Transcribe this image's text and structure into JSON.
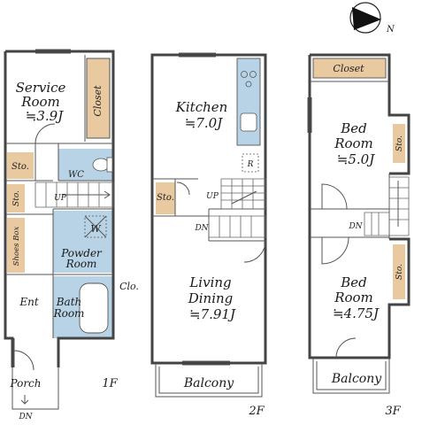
{
  "compass": {
    "north_label": "N"
  },
  "floors": {
    "f1": {
      "label": "1F",
      "rooms": {
        "service": {
          "line1": "Service",
          "line2": "Room",
          "size": "≒3.9J"
        },
        "closet": "Closet",
        "sto_a": "Sto.",
        "sto_b": "Sto.",
        "wc": "WC",
        "up": "UP",
        "shoes": "Shoes Box",
        "washer": "W",
        "powder": {
          "line1": "Powder",
          "line2": "Room"
        },
        "clo": "Clo.",
        "ent": "Ent",
        "bath": {
          "line1": "Bath",
          "line2": "Room"
        },
        "porch": "Porch",
        "dn": "DN"
      }
    },
    "f2": {
      "label": "2F",
      "rooms": {
        "kitchen": {
          "line1": "Kitchen",
          "size": "≒7.0J"
        },
        "fridge": "R",
        "sto": "Sto.",
        "up": "UP",
        "dn": "DN",
        "living": {
          "line1": "Living",
          "line2": "Dining",
          "size": "≒7.91J"
        },
        "balcony": "Balcony"
      }
    },
    "f3": {
      "label": "3F",
      "rooms": {
        "closet": "Closet",
        "bed1": {
          "line1": "Bed",
          "line2": "Room",
          "size": "≒5.0J"
        },
        "sto1": "Sto.",
        "dn": "DN",
        "bed2": {
          "line1": "Bed",
          "line2": "Room",
          "size": "≒4.75J"
        },
        "sto2": "Sto.",
        "balcony": "Balcony"
      }
    }
  },
  "colors": {
    "storage": "#e8c9a0",
    "wet_area": "#b8d3e6",
    "wall": "#444444"
  }
}
